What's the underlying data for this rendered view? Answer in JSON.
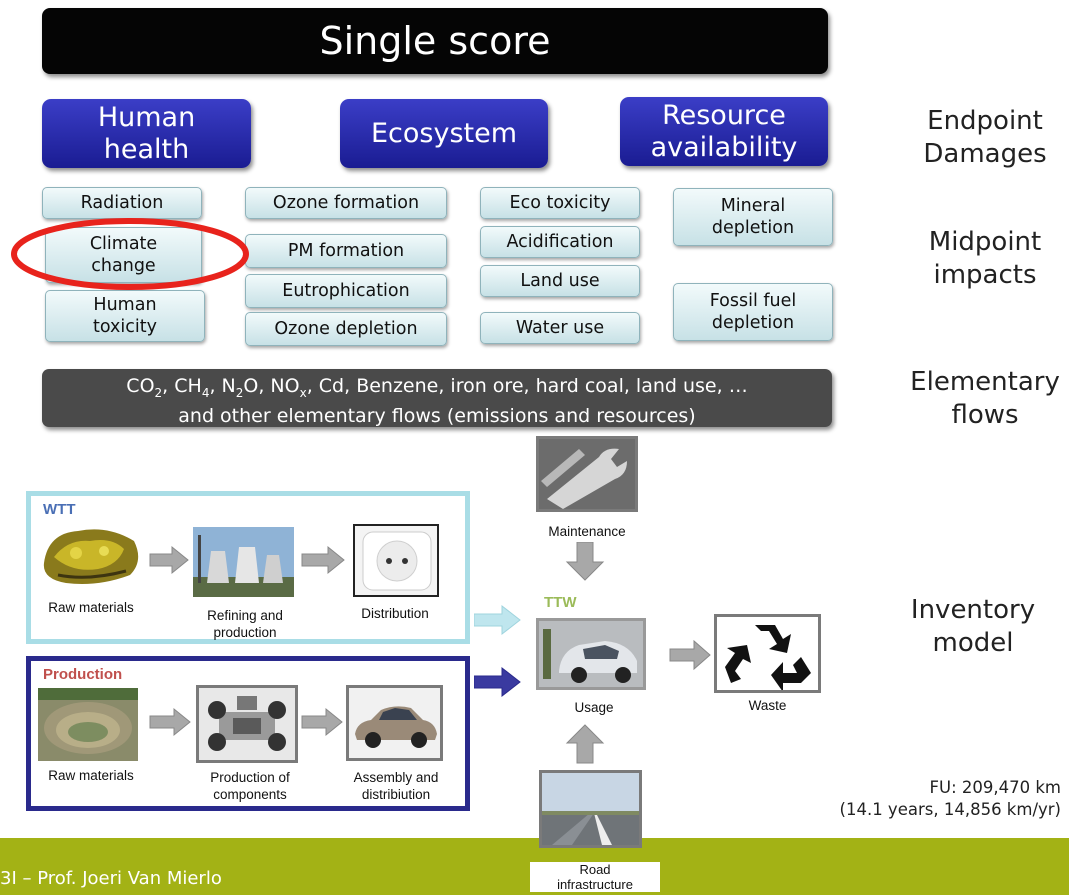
{
  "single_score": "Single score",
  "endpoints": [
    {
      "label_line1": "Human",
      "label_line2": "health"
    },
    {
      "label_line1": "Ecosystem",
      "label_line2": ""
    },
    {
      "label_line1": "Resource",
      "label_line2": "availability"
    }
  ],
  "midpoints": {
    "radiation": "Radiation",
    "climate_1": "Climate",
    "climate_2": "change",
    "human_tox_1": "Human",
    "human_tox_2": "toxicity",
    "ozone_formation": "Ozone formation",
    "pm_formation": "PM formation",
    "eutrophication": "Eutrophication",
    "ozone_depletion": "Ozone depletion",
    "eco_toxicity": "Eco toxicity",
    "acidification": "Acidification",
    "land_use": "Land use",
    "water_use": "Water use",
    "mineral_1": "Mineral",
    "mineral_2": "depletion",
    "fossil_1": "Fossil fuel",
    "fossil_2": "depletion"
  },
  "side_labels": {
    "endpoint_1": "Endpoint",
    "endpoint_2": "Damages",
    "midpoint_1": "Midpoint",
    "midpoint_2": "impacts",
    "elementary_1": "Elementary",
    "elementary_2": "flows",
    "inventory_1": "Inventory",
    "inventory_2": "model"
  },
  "elementary_flows": {
    "co": "CO",
    "co_sub": "2",
    "ch": ", CH",
    "ch_sub": "4",
    "n": ", N",
    "n_sub": "2",
    "o": "O, NO",
    "o_sub": "x",
    "rest": ", Cd, Benzene, iron ore, hard coal, land use, …",
    "line2": "and other elementary flows (emissions and resources)"
  },
  "inventory": {
    "wtt": "WTT",
    "production": "Production",
    "ttw": "TTW",
    "wtt_raw": "Raw materials",
    "wtt_refining_1": "Refining and",
    "wtt_refining_2": "production",
    "wtt_distribution": "Distribution",
    "prod_raw": "Raw materials",
    "prod_components_1": "Production of",
    "prod_components_2": "components",
    "prod_assembly_1": "Assembly and",
    "prod_assembly_2": "distribiution",
    "maintenance": "Maintenance",
    "usage": "Usage",
    "waste": "Waste",
    "road_1": "Road",
    "road_2": "infrastructure"
  },
  "fu_line1": "FU: 209,470 km",
  "fu_line2": "(14.1 years, 14,856 km/yr)",
  "footer": "3I – Prof. Joeri Van Mierlo",
  "colors": {
    "endpoint_blue": "#23259f",
    "wtt_border": "#a9dde6",
    "production_border": "#2a2a8c",
    "production_label": "#c0504d",
    "ttw_label": "#9bbb59",
    "highlight_ellipse": "#e8231c",
    "footer_band": "#a3b215"
  }
}
